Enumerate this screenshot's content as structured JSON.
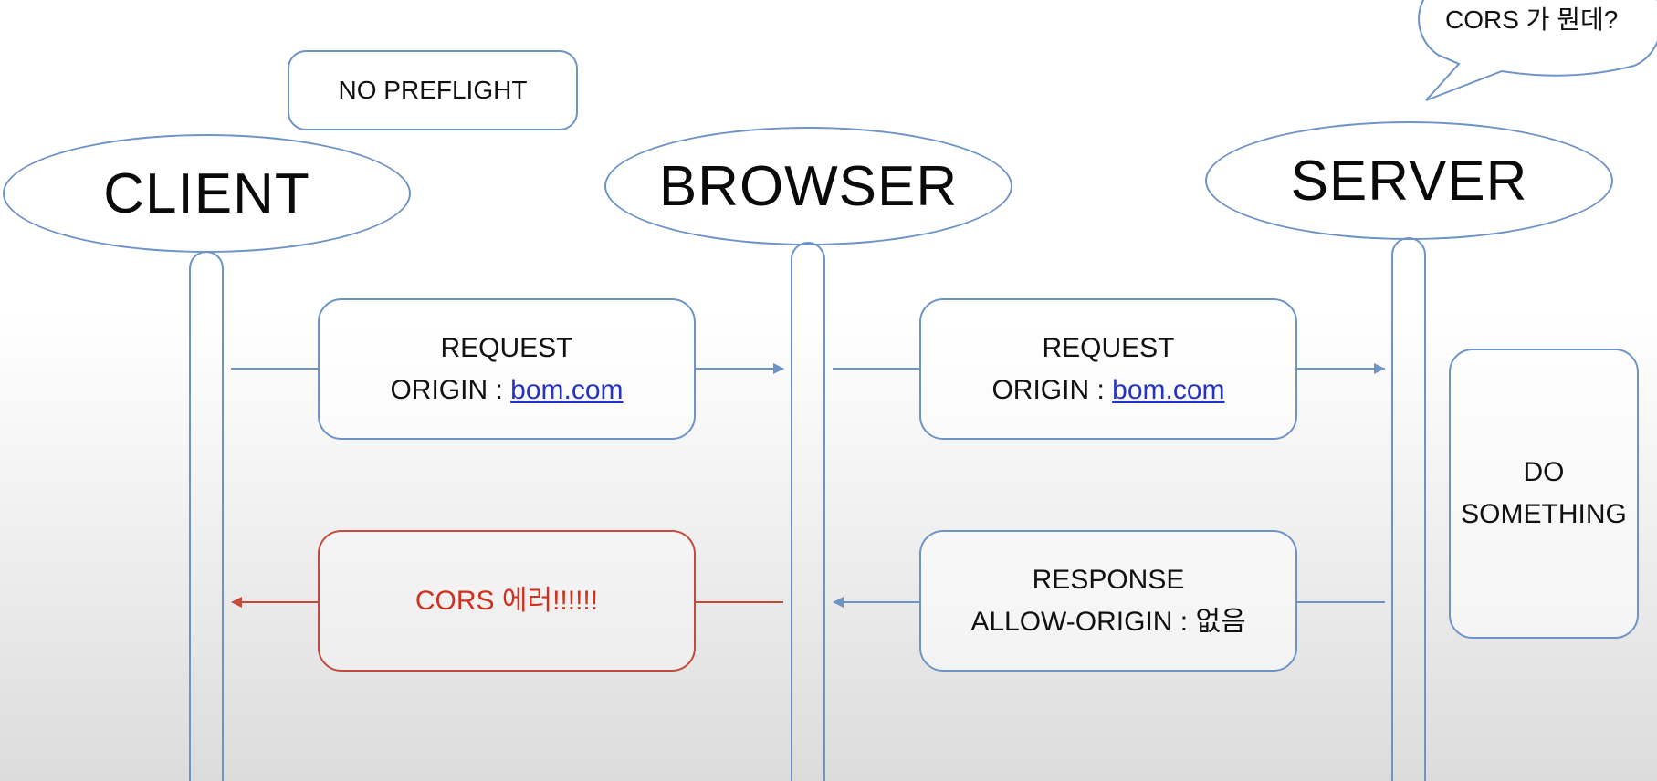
{
  "diagram": {
    "no_preflight_label": "NO PREFLIGHT",
    "speech_bubble_text": "CORS 가 뭔데?",
    "actors": {
      "client": "CLIENT",
      "browser": "BROWSER",
      "server": "SERVER"
    },
    "request_client_to_browser": {
      "line1": "REQUEST",
      "origin_prefix": "ORIGIN :",
      "origin_link": "bom.com"
    },
    "request_browser_to_server": {
      "line1": "REQUEST",
      "origin_prefix": "ORIGIN :",
      "origin_link": "bom.com"
    },
    "server_action": {
      "line1": "DO",
      "line2": "SOMETHING"
    },
    "response_server_to_browser": {
      "line1": "RESPONSE",
      "line2": "ALLOW-ORIGIN : 없음"
    },
    "error_browser_to_client": {
      "text": "CORS 에러!!!!!!"
    },
    "colors": {
      "line_blue": "#6e93c7",
      "error_red": "#d0311f",
      "link_blue": "#2433c4"
    }
  }
}
